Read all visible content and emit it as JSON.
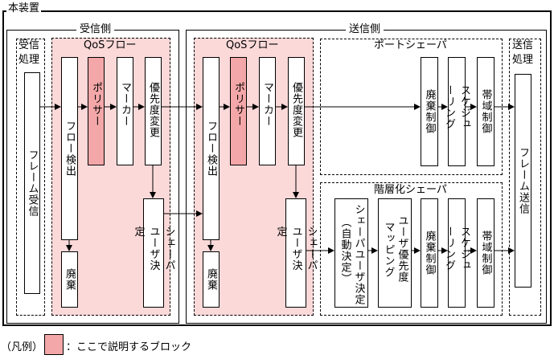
{
  "title": "本装置",
  "receive": {
    "label": "受信側",
    "proc_label_1": "受信",
    "proc_label_2": "処理",
    "frame_receive": "フレーム受信",
    "qos_label": "QoSフロー",
    "flow_detect": "フロー検出",
    "policer": "ポリサー",
    "marker": "マーカー",
    "priority_change": "優先度変更",
    "shaper_user_decision": "シェーパユーザ決定",
    "discard": "廃棄"
  },
  "send": {
    "label": "送信側",
    "qos_label": "QoSフロー",
    "flow_detect": "フロー検出",
    "policer": "ポリサー",
    "marker": "マーカー",
    "priority_change": "優先度変更",
    "shaper_user_decision": "シェーパユーザ決定",
    "discard": "廃棄",
    "port_shaper_label": "ポートシェーパ",
    "port_discard_ctrl": "廃棄制御",
    "port_scheduling": "スケジューリング",
    "port_bandwidth_ctrl": "帯域制御",
    "hier_shaper_label": "階層化シェーパ",
    "auto_shaper_user_decision": "シェーパユーザ決定",
    "auto_decision_note": "（自動決定）",
    "user_priority_mapping_1": "ユーザ優先度",
    "user_priority_mapping_2": "マッピング",
    "hier_discard_ctrl": "廃棄制御",
    "hier_scheduling": "スケジューリング",
    "hier_bandwidth_ctrl": "帯域制御",
    "proc_label_1": "送信",
    "proc_label_2": "処理",
    "frame_send": "フレーム送信"
  },
  "legend": {
    "prefix": "（凡例）",
    "text": "：ここで説明するブロック"
  },
  "colors": {
    "highlight_block": "#f4a7a8",
    "qos_area": "#fbd9d9"
  }
}
